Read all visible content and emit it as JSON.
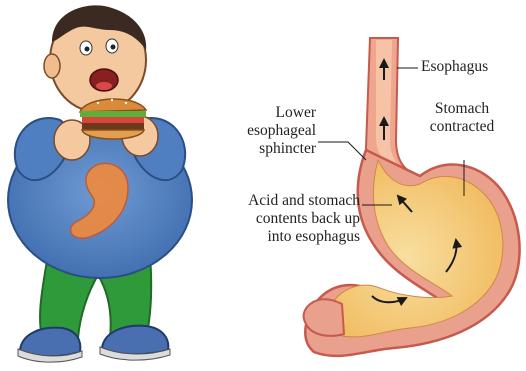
{
  "labels": {
    "esophagus": "Esophagus",
    "stomach_line1": "Stomach",
    "stomach_line2": "contracted",
    "les_line1": "Lower",
    "les_line2": "esophageal",
    "les_line3": "sphincter",
    "acid_line1": "Acid and stomach",
    "acid_line2": "contents back up",
    "acid_line3": "into esophagus"
  },
  "colors": {
    "stomach_wall": "#e9a08c",
    "stomach_outline": "#c65a4e",
    "stomach_inner": "#f5c56a",
    "shirt": "#4f7fc0",
    "pants": "#2f9a3a",
    "skin": "#f4c9a0",
    "arrow": "#1a1a1a"
  }
}
